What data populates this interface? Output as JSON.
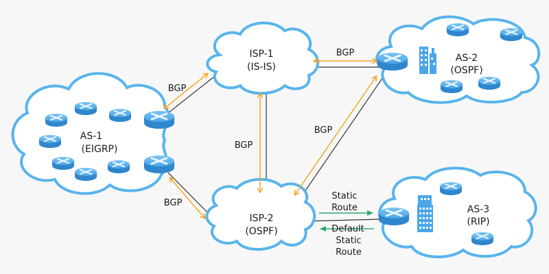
{
  "colors": {
    "background": "#f7f7f7",
    "cloud_stroke": "#58b4ec",
    "cloud_fill": "#ffffff",
    "router": "#4aa6e8",
    "router_dark": "#2f86cc",
    "bgp_arrow": "#f5a623",
    "static_arrow": "#2eaa6e",
    "link": "#333333",
    "building": "#4aa6e8"
  },
  "clouds": {
    "as1": {
      "name": "AS-1",
      "protocol": "(EIGRP)"
    },
    "isp1": {
      "name": "ISP-1",
      "protocol": "(IS-IS)"
    },
    "as2": {
      "name": "AS-2",
      "protocol": "(OSPF)"
    },
    "isp2": {
      "name": "ISP-2",
      "protocol": "(OSPF)"
    },
    "as3": {
      "name": "AS-3",
      "protocol": "(RIP)"
    }
  },
  "links": {
    "as1_isp1": {
      "label": "BGP"
    },
    "as1_isp2": {
      "label": "BGP"
    },
    "isp1_as2": {
      "label": "BGP"
    },
    "isp1_isp2": {
      "label": "BGP"
    },
    "isp2_as2": {
      "label": "BGP"
    },
    "isp2_as3_out": {
      "label_line1": "Static",
      "label_line2": "Route"
    },
    "as3_isp2_in": {
      "label_line1": "Default",
      "label_line2": "Static",
      "label_line3": "Route"
    }
  }
}
